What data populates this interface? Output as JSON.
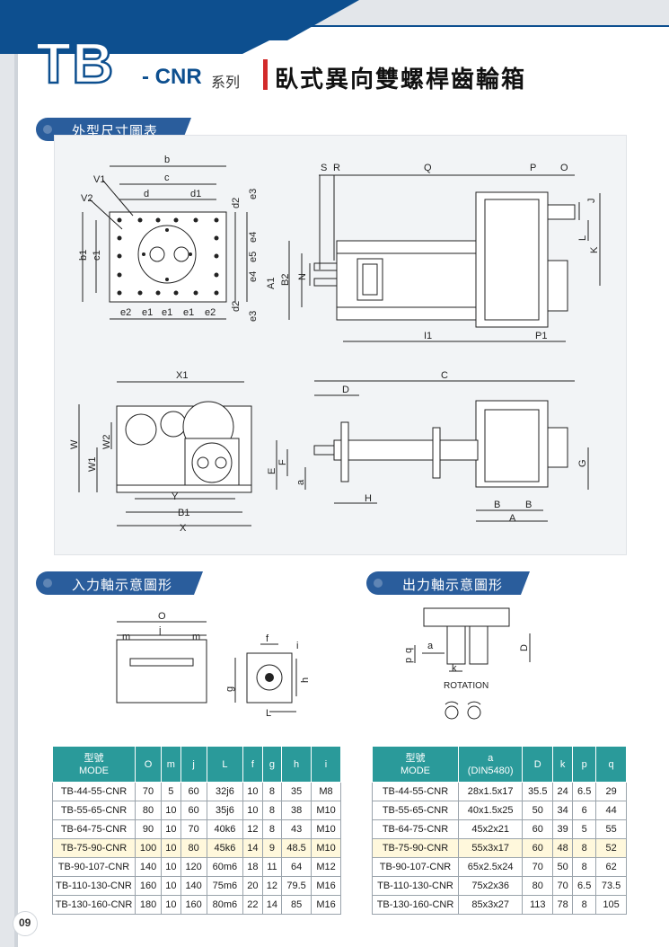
{
  "header": {
    "logo_tb": "TB",
    "logo_cnr": "- CNR",
    "series": "系列",
    "title": "臥式異向雙螺桿齒輪箱"
  },
  "sections": {
    "dimensions": "外型尺寸圖表",
    "input_shaft": "入力軸示意圖形",
    "output_shaft": "出力軸示意圖形"
  },
  "diagram_labels": {
    "front": [
      "b",
      "c",
      "d",
      "d1",
      "V1",
      "V2",
      "b1",
      "c1",
      "d2",
      "e3",
      "e4",
      "e5",
      "e4",
      "d2",
      "e3",
      "e2",
      "e1",
      "e1",
      "e1",
      "e2"
    ],
    "top": [
      "S",
      "R",
      "Q",
      "P",
      "O",
      "J",
      "L",
      "K",
      "A1",
      "B2",
      "N",
      "I1",
      "P1"
    ],
    "side": [
      "X1",
      "W",
      "W2",
      "W1",
      "Y",
      "B1",
      "X"
    ],
    "elev": [
      "C",
      "D",
      "E",
      "F",
      "a",
      "H",
      "G",
      "B",
      "B",
      "A"
    ],
    "input": [
      "O",
      "m",
      "j",
      "m",
      "f",
      "i",
      "g",
      "h",
      "L"
    ],
    "output": [
      "a",
      "p",
      "q",
      "D",
      "k",
      "ROTATION"
    ]
  },
  "input_table": {
    "headers": [
      "型號",
      "MODE",
      "O",
      "m",
      "j",
      "L",
      "f",
      "g",
      "h",
      "i"
    ],
    "rows": [
      [
        "TB-44-55-CNR",
        "70",
        "5",
        "60",
        "32j6",
        "10",
        "8",
        "35",
        "M8"
      ],
      [
        "TB-55-65-CNR",
        "80",
        "10",
        "60",
        "35j6",
        "10",
        "8",
        "38",
        "M10"
      ],
      [
        "TB-64-75-CNR",
        "90",
        "10",
        "70",
        "40k6",
        "12",
        "8",
        "43",
        "M10"
      ],
      [
        "TB-75-90-CNR",
        "100",
        "10",
        "80",
        "45k6",
        "14",
        "9",
        "48.5",
        "M10"
      ],
      [
        "TB-90-107-CNR",
        "140",
        "10",
        "120",
        "60m6",
        "18",
        "11",
        "64",
        "M12"
      ],
      [
        "TB-110-130-CNR",
        "160",
        "10",
        "140",
        "75m6",
        "20",
        "12",
        "79.5",
        "M16"
      ],
      [
        "TB-130-160-CNR",
        "180",
        "10",
        "160",
        "80m6",
        "22",
        "14",
        "85",
        "M16"
      ]
    ]
  },
  "output_table": {
    "headers": [
      "型號",
      "MODE",
      "a",
      "(DIN5480)",
      "D",
      "k",
      "p",
      "q"
    ],
    "rows": [
      [
        "TB-44-55-CNR",
        "28x1.5x17",
        "35.5",
        "24",
        "6.5",
        "29"
      ],
      [
        "TB-55-65-CNR",
        "40x1.5x25",
        "50",
        "34",
        "6",
        "44"
      ],
      [
        "TB-64-75-CNR",
        "45x2x21",
        "60",
        "39",
        "5",
        "55"
      ],
      [
        "TB-75-90-CNR",
        "55x3x17",
        "60",
        "48",
        "8",
        "52"
      ],
      [
        "TB-90-107-CNR",
        "65x2.5x24",
        "70",
        "50",
        "8",
        "62"
      ],
      [
        "TB-110-130-CNR",
        "75x2x36",
        "80",
        "70",
        "6.5",
        "73.5"
      ],
      [
        "TB-130-160-CNR",
        "85x3x27",
        "113",
        "78",
        "8",
        "105"
      ]
    ]
  },
  "page_number": "09",
  "colors": {
    "brand_blue": "#0d4f8f",
    "tab_blue": "#2a5d9c",
    "table_teal": "#2a9a9a",
    "accent_red": "#d22b2b",
    "highlight": "#fff8dc"
  }
}
